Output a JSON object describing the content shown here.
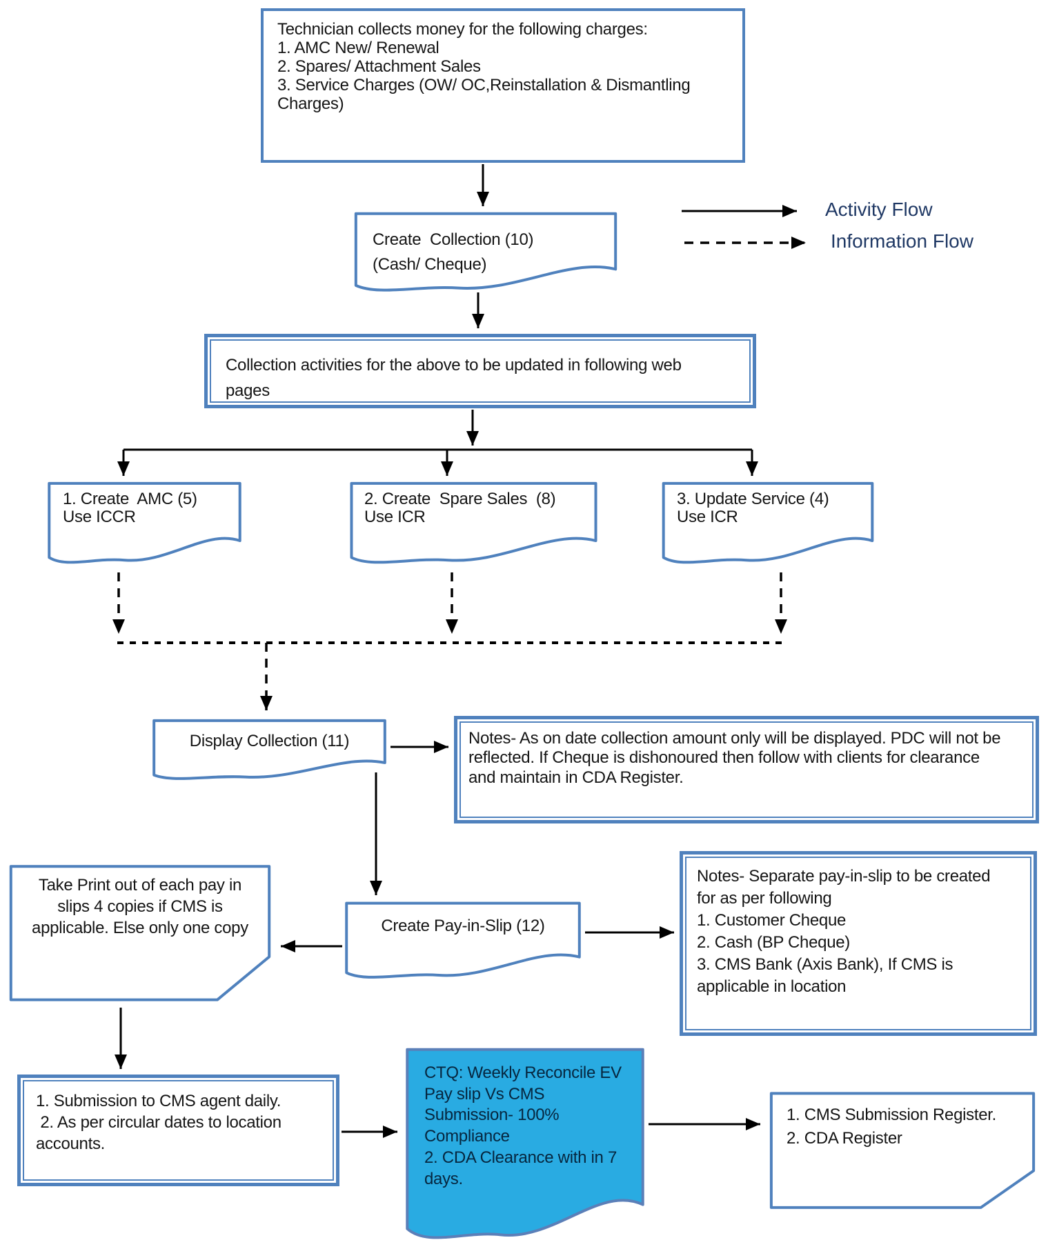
{
  "legend": {
    "activity": "Activity Flow",
    "information": "Information Flow"
  },
  "nodes": {
    "technician": {
      "text": "Technician collects money for the following charges:\n1. AMC New/ Renewal\n2. Spares/ Attachment Sales\n3. Service Charges (OW/ OC,Reinstallation & Dismantling\nCharges)"
    },
    "create_collection": {
      "text": "Create  Collection (10)\n(Cash/ Cheque)"
    },
    "collection_activities": {
      "text": "Collection activities for the above to be updated in following web\npages"
    },
    "create_amc": {
      "text": "1. Create  AMC (5)\nUse ICCR"
    },
    "create_spare_sales": {
      "text": "2. Create  Spare Sales  (8)\nUse ICR"
    },
    "update_service": {
      "text": "3. Update Service (4)\nUse ICR"
    },
    "display_collection": {
      "text": "Display Collection (11)"
    },
    "notes_display": {
      "text": "Notes- As on date collection amount only will be displayed. PDC will not be\nreflected. If Cheque is dishonoured then follow with clients for clearance\nand maintain in CDA Register."
    },
    "take_print": {
      "text": "Take Print out of each pay in\nslips 4 copies if CMS is\napplicable. Else only one copy"
    },
    "create_pay_in_slip": {
      "text": "Create Pay-in-Slip (12)"
    },
    "notes_pay_in_slip": {
      "text": "Notes- Separate pay-in-slip to be created\nfor as per following\n1. Customer Cheque\n2. Cash (BP Cheque)\n3. CMS Bank (Axis Bank), If CMS is\napplicable in location"
    },
    "submission": {
      "text": "1. Submission to CMS agent daily.\n 2. As per circular dates to location\naccounts."
    },
    "ctq": {
      "text": "CTQ: Weekly Reconcile EV\nPay slip Vs CMS\nSubmission- 100%\nCompliance\n2. CDA Clearance with in 7\ndays."
    },
    "registers": {
      "text": "1. CMS Submission Register.\n2. CDA Register"
    }
  },
  "colors": {
    "box_border": "#4f81bd",
    "ctq_fill": "#29abe2",
    "arrow": "#000000",
    "legend_text": "#1f3864"
  }
}
